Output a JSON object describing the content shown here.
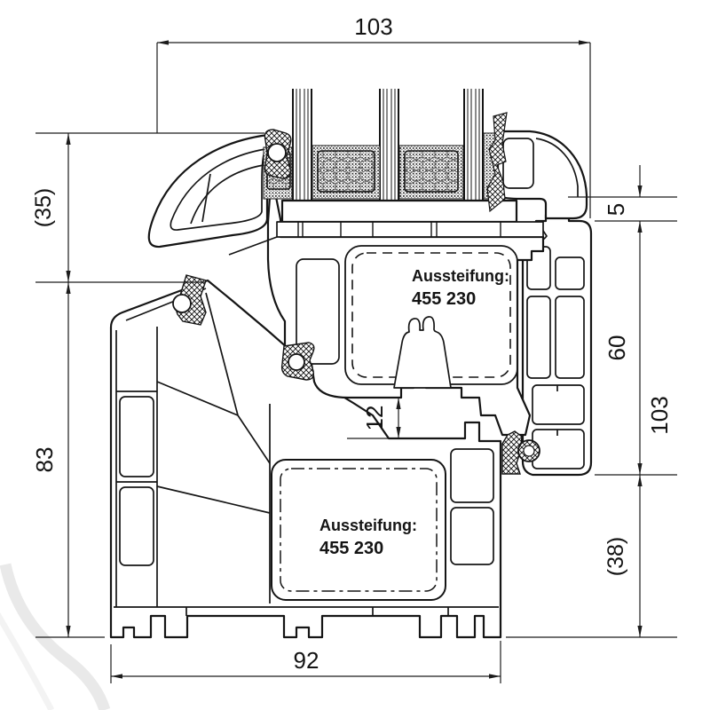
{
  "title": "Window frame profile cross-section technical drawing",
  "annotations": {
    "upper_reinforcement": {
      "label": "Aussteifung:",
      "value": "455 230"
    },
    "lower_reinforcement": {
      "label": "Aussteifung:",
      "value": "455 230"
    }
  },
  "dimensions": {
    "top_width": "103",
    "left_upper_aux": "(35)",
    "left_height": "83",
    "right_step": "5",
    "right_mid": "60",
    "right_total": "103",
    "right_lower_aux": "(38)",
    "center_gap": "12",
    "bottom_width": "92"
  },
  "style": {
    "line_color": "#151515",
    "background": "#ffffff",
    "watermark_color": "#e9e9e9"
  }
}
